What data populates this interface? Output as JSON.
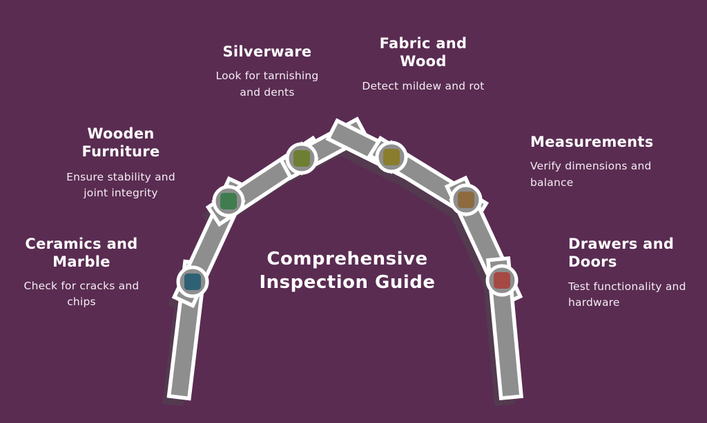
{
  "page": {
    "background_color": "#5a2c52"
  },
  "title": {
    "text": "Comprehensive Inspection Guide"
  },
  "arch": {
    "plank_color": "#8e8e8e",
    "outline_color": "#ffffff",
    "shadow_color": "#4c4c4c"
  },
  "items": [
    {
      "heading": "Ceramics and Marble",
      "description": "Check for cracks and chips",
      "color": "#2e6173"
    },
    {
      "heading": "Wooden Furniture",
      "description": "Ensure stability and joint integrity",
      "color": "#3f7d4f"
    },
    {
      "heading": "Silverware",
      "description": "Look for tarnishing and dents",
      "color": "#6e7f33"
    },
    {
      "heading": "Fabric and Wood",
      "description": "Detect mildew and rot",
      "color": "#8a7d2d"
    },
    {
      "heading": "Measurements",
      "description": "Verify dimensions and balance",
      "color": "#8d6b3f"
    },
    {
      "heading": "Drawers and Doors",
      "description": "Test functionality and hardware",
      "color": "#a64944"
    }
  ]
}
